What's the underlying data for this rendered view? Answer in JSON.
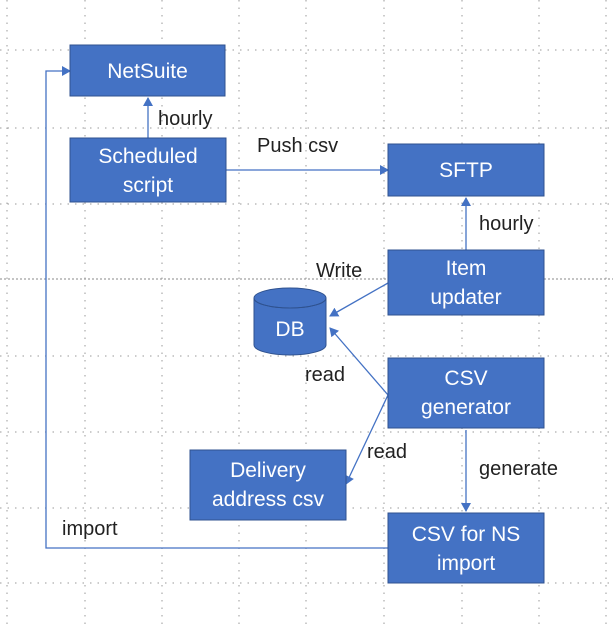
{
  "diagram": {
    "nodes": {
      "netsuite": {
        "label": [
          "NetSuite"
        ]
      },
      "scheduled_script": {
        "label": [
          "Scheduled",
          "script"
        ]
      },
      "sftp": {
        "label": [
          "SFTP"
        ]
      },
      "item_updater": {
        "label": [
          "Item",
          "updater"
        ]
      },
      "db": {
        "label": [
          "DB"
        ]
      },
      "csv_generator": {
        "label": [
          "CSV",
          "generator"
        ]
      },
      "delivery_address_csv": {
        "label": [
          "Delivery",
          "address csv"
        ]
      },
      "csv_for_ns_import": {
        "label": [
          "CSV for NS",
          "import"
        ]
      }
    },
    "edges": {
      "hourly_1": {
        "label": "hourly"
      },
      "push_csv": {
        "label": "Push csv"
      },
      "hourly_2": {
        "label": "hourly"
      },
      "write": {
        "label": "Write"
      },
      "read_1": {
        "label": "read"
      },
      "read_2": {
        "label": "read"
      },
      "generate": {
        "label": "generate"
      },
      "import": {
        "label": "import"
      }
    },
    "colors": {
      "node_fill": "#4472C4",
      "node_stroke": "#2F528F",
      "edge": "#4472C4",
      "label_text": "#222222"
    }
  }
}
